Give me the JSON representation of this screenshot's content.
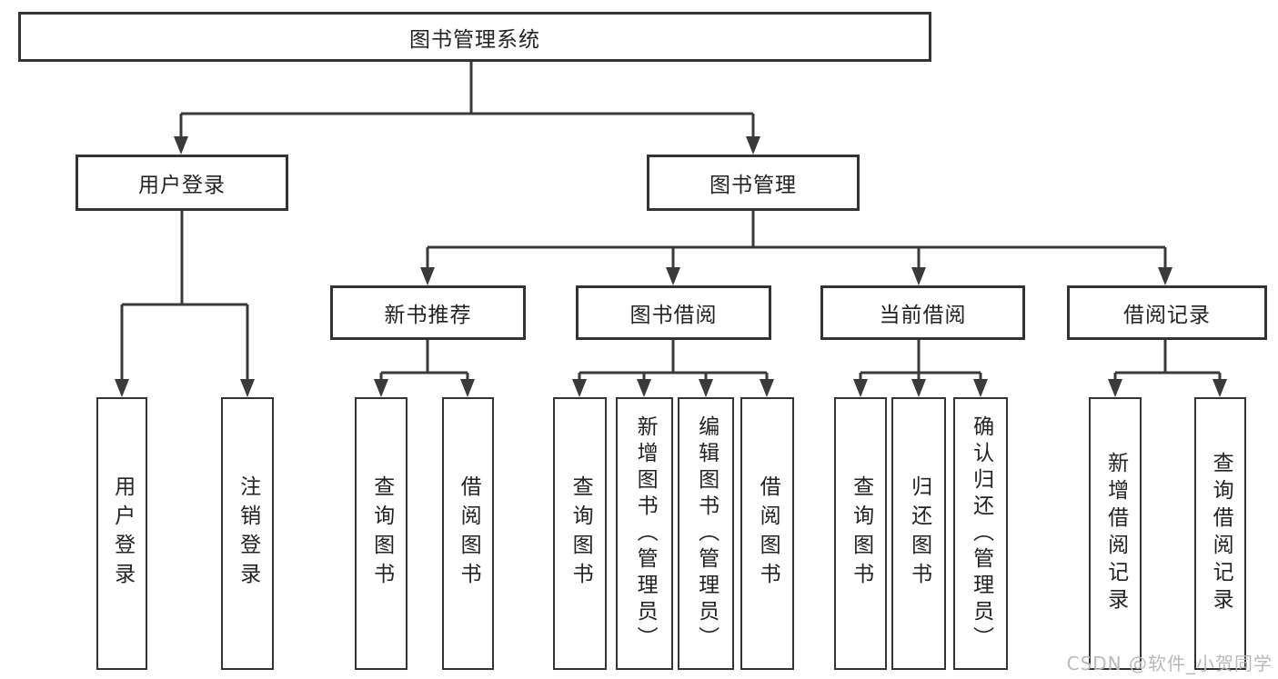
{
  "diagram": {
    "root": {
      "label": "图书管理系统",
      "children": [
        {
          "label": "用户登录",
          "children": [
            {
              "label": "用户登录"
            },
            {
              "label": "注销登录"
            }
          ]
        },
        {
          "label": "图书管理",
          "children": [
            {
              "label": "新书推荐",
              "children": [
                {
                  "label": "查询图书"
                },
                {
                  "label": "借阅图书"
                }
              ]
            },
            {
              "label": "图书借阅",
              "children": [
                {
                  "label": "查询图书"
                },
                {
                  "label": "新增图书（管理员）"
                },
                {
                  "label": "编辑图书（管理员）"
                },
                {
                  "label": "借阅图书"
                }
              ]
            },
            {
              "label": "当前借阅",
              "children": [
                {
                  "label": "查询图书"
                },
                {
                  "label": "归还图书"
                },
                {
                  "label": "确认归还（管理员）"
                }
              ]
            },
            {
              "label": "借阅记录",
              "children": [
                {
                  "label": "新增借阅记录"
                },
                {
                  "label": "查询借阅记录"
                }
              ]
            }
          ]
        }
      ]
    }
  },
  "watermark": {
    "text": "CSDN @软件_小贺同学"
  },
  "colors": {
    "line": "#3a3a3a",
    "box_border": "#333333",
    "text": "#222222",
    "watermark": "#b9b9b9",
    "background": "#ffffff"
  }
}
